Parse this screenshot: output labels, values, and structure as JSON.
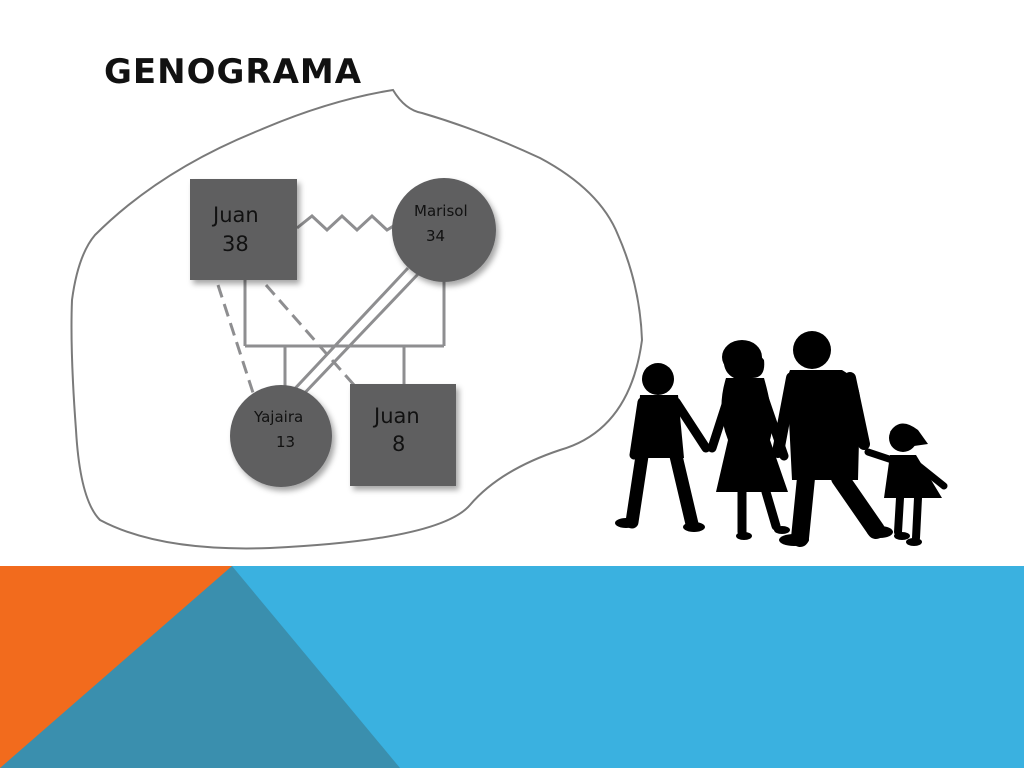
{
  "slide": {
    "title": "GENOGRAMA"
  },
  "genogram": {
    "father": {
      "name": "Juan",
      "age": "38"
    },
    "mother": {
      "name": "Marisol",
      "age": "34"
    },
    "daughter": {
      "name": "Yajaira",
      "age": "13"
    },
    "son": {
      "name": "Juan",
      "age": "8"
    }
  },
  "colors": {
    "node_fill": "#5e5e60",
    "connector": "#8e8e90",
    "orange": "#f26b1d",
    "teal": "#3a8fae",
    "blue": "#3ab1e0",
    "silhouette": "#000000"
  }
}
